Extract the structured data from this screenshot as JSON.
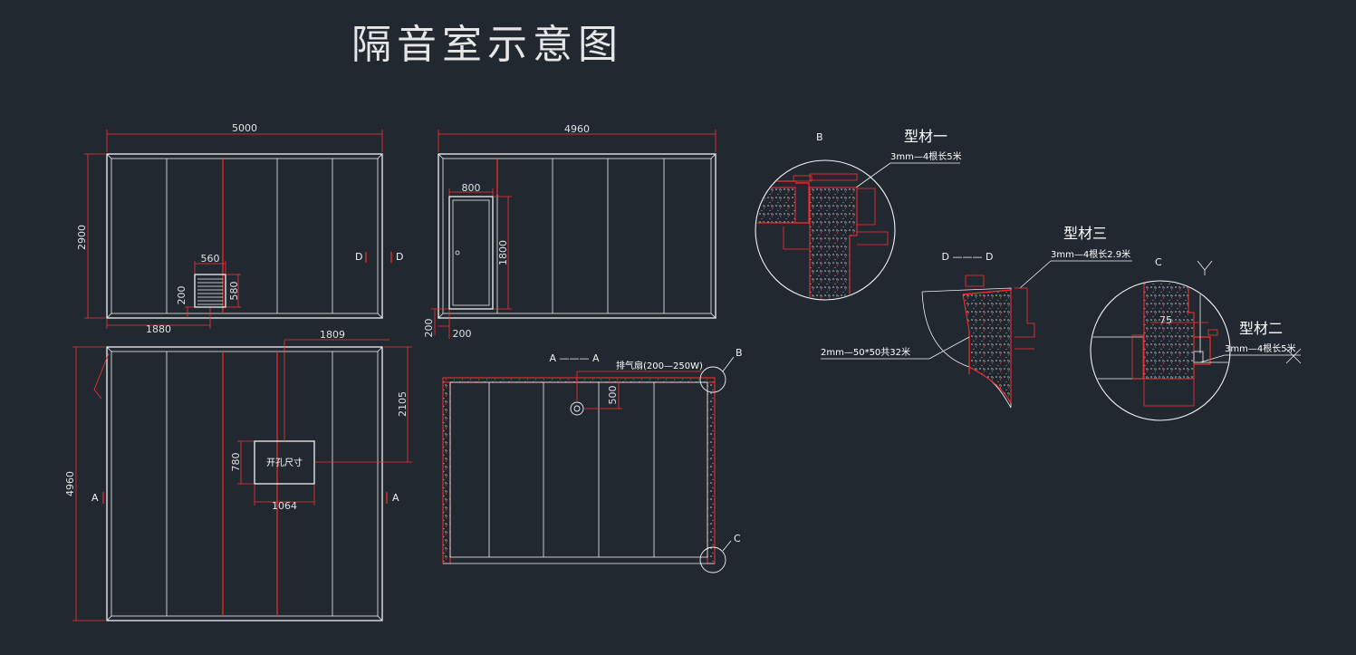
{
  "title": "隔音室示意图",
  "front_elevation": {
    "width_dim": "5000",
    "height_dim": "2900",
    "vent_width": "560",
    "vent_height": "580",
    "vent_offset_bottom": "200",
    "vent_offset_left": "1880",
    "section_mark_left": "D",
    "section_mark_right": "D"
  },
  "side_elevation": {
    "width_dim": "4960",
    "door_width": "800",
    "door_height": "1800",
    "door_offset_bottom": "200",
    "door_offset_left": "200"
  },
  "plan_top": {
    "depth_dim": "4960",
    "opening_offset_x": "1809",
    "opening_offset_y": "2105",
    "opening_width": "1064",
    "opening_height": "780",
    "opening_label": "开孔尺寸",
    "section_mark_left": "A",
    "section_mark_right": "A"
  },
  "section_aa": {
    "label": "A ——— A",
    "fan_note": "排气扇(200—250W)",
    "fan_dim": "500",
    "detail_b": "B",
    "detail_c": "C"
  },
  "detail_b": {
    "label": "B",
    "profile_name": "型材一",
    "profile_note": "3mm—4根长5米"
  },
  "detail_dd": {
    "label": "D ——— D",
    "profile_name": "型材三",
    "profile_note": "3mm—4根长2.9米",
    "angle_note": "2mm—50*50共32米"
  },
  "detail_c": {
    "label": "C",
    "profile_name": "型材二",
    "profile_note": "3mm—4根长5米",
    "dim": "75"
  }
}
